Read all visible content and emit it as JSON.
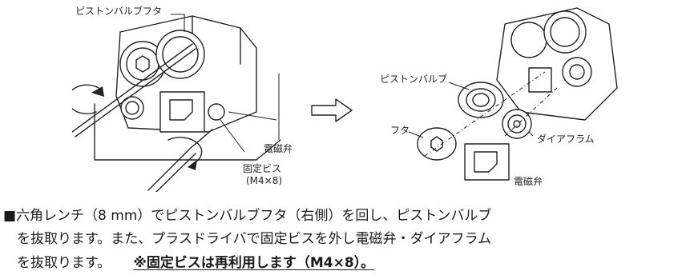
{
  "figure_left": {
    "label_piston_cover": "ピストンバルブフタ",
    "label_solenoid": "電磁弁",
    "label_screw": "固定ビス",
    "label_screw_size": "(M4×8)"
  },
  "figure_right": {
    "label_piston_valve": "ピストンバルブ",
    "label_cover": "フタ",
    "label_diaphragm": "ダイアフラム",
    "label_solenoid": "電磁弁"
  },
  "instructions": {
    "line1": "■六角レンチ（8 mm）でピストンバルブフタ（右側）を回し、ピストンバルブ",
    "line2": "　を抜取ります。また、プラスドライバで固定ビスを外し電磁弁・ダイアフラム",
    "line3": "　を抜取ります。",
    "note": "※固定ビスは再利用します（M4×8）。"
  }
}
